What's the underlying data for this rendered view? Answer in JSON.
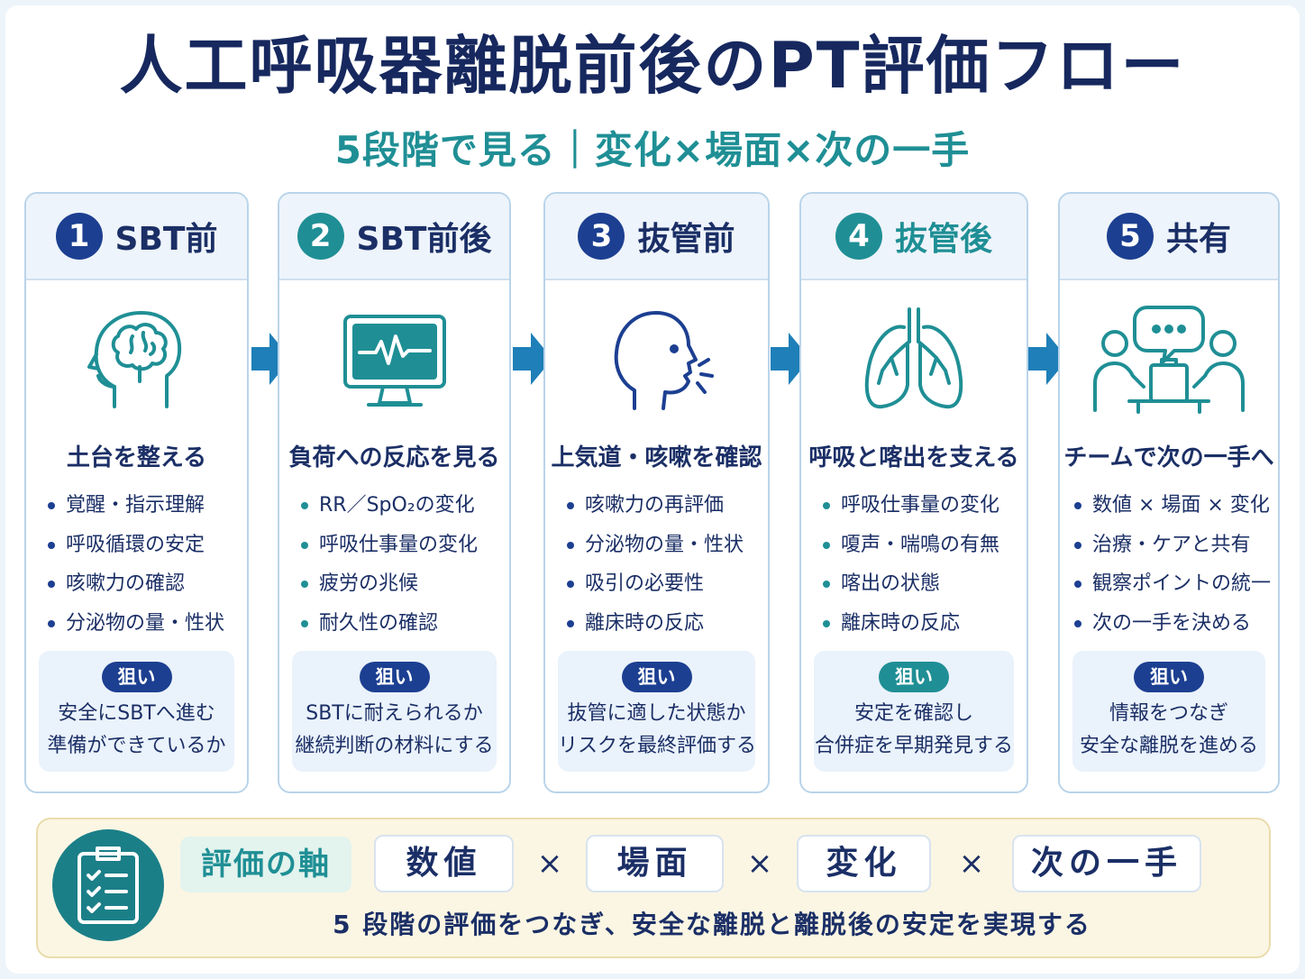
{
  "title": "人工呼吸器離脱前後のPT評価フロー",
  "subtitle": "5段階で見る｜変化×場面×次の一手",
  "steps": [
    {
      "number": "1",
      "title": "SBT前",
      "heading": "土台を整える",
      "bullets": [
        "覚醒・指示理解",
        "呼吸循環の安定",
        "咳嗽力の確認",
        "分泌物の量・性状"
      ],
      "aim_label": "狙い",
      "aim_lines": [
        "安全にSBTへ進む",
        "準備ができているか"
      ],
      "icon": "brain-head-icon"
    },
    {
      "number": "2",
      "title": "SBT前後",
      "heading": "負荷への反応を見る",
      "bullets": [
        "RR／SpO₂の変化",
        "呼吸仕事量の変化",
        "疲労の兆候",
        "耐久性の確認"
      ],
      "aim_label": "狙い",
      "aim_lines": [
        "SBTに耐えられるか",
        "継続判断の材料にする"
      ],
      "icon": "monitor-icon"
    },
    {
      "number": "3",
      "title": "抜管前",
      "heading": "上気道・咳嗽を確認",
      "bullets": [
        "咳嗽力の再評価",
        "分泌物の量・性状",
        "吸引の必要性",
        "離床時の反応"
      ],
      "aim_label": "狙い",
      "aim_lines": [
        "抜管に適した状態か",
        "リスクを最終評価する"
      ],
      "icon": "cough-head-icon"
    },
    {
      "number": "4",
      "title": "抜管後",
      "heading": "呼吸と喀出を支える",
      "bullets": [
        "呼吸仕事量の変化",
        "嗄声・喘鳴の有無",
        "喀出の状態",
        "離床時の反応"
      ],
      "aim_label": "狙い",
      "aim_lines": [
        "安定を確認し",
        "合併症を早期発見する"
      ],
      "icon": "lungs-icon"
    },
    {
      "number": "5",
      "title": "共有",
      "heading": "チームで次の一手へ",
      "bullets": [
        "数値 × 場面 × 変化",
        "治療・ケアと共有",
        "観察ポイントの統一",
        "次の一手を決める"
      ],
      "aim_label": "狙い",
      "aim_lines": [
        "情報をつなぎ",
        "安全な離脱を進める"
      ],
      "icon": "team-discussion-icon"
    }
  ],
  "footer": {
    "axis_label": "評価の軸",
    "items": [
      "数値",
      "場面",
      "変化",
      "次の一手"
    ],
    "times": "×",
    "text": "5 段階の評価をつなぎ、安全な離脱と離脱後の安定を実現する",
    "icon": "clipboard-checklist-icon"
  },
  "colors": {
    "navy": "#1c3f91",
    "teal": "#1f8f95",
    "title": "#16285e",
    "arrow": "#1f7fb8"
  }
}
